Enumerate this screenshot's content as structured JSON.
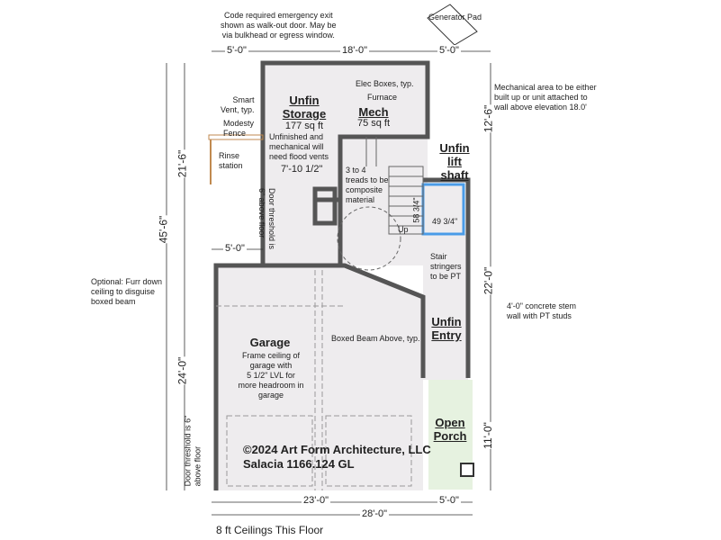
{
  "notes": {
    "generator_pad": "Generator Pad",
    "emergency_exit": [
      "Code required emergency exit",
      "shown as walk-out door. May be",
      "via bulkhead or egress window."
    ],
    "elec_boxes": "Elec Boxes, typ.",
    "furnace": "Furnace",
    "mechanical_area": [
      "Mechanical area to be either",
      "built up or unit attached to",
      "wall above elevation 18.0'"
    ],
    "smart_vent": [
      "Smart",
      "Vent, typ."
    ],
    "modesty_fence": [
      "Modesty",
      "Fence"
    ],
    "rinse_station": [
      "Rinse",
      "station"
    ],
    "flood_vents": [
      "Unfinished and",
      "mechanical will",
      "need flood vents"
    ],
    "treads": [
      "3 to 4",
      "treads to be",
      "composite",
      "material"
    ],
    "door_threshold_upper": [
      "Door threshold is",
      "6\" above floor"
    ],
    "up": "Up",
    "stair_stringers": [
      "Stair",
      "stringers",
      "to be PT"
    ],
    "stem_wall": [
      "4'-0\" concrete stem",
      "wall with PT studs"
    ],
    "furr_down": [
      "Optional: Furr down",
      "ceiling to disguise",
      "boxed beam"
    ],
    "boxed_beam": "Boxed Beam Above, typ.",
    "frame_ceiling": [
      "Frame ceiling of",
      "garage with",
      "5 1/2\" LVL for",
      "more headroom in",
      "garage"
    ],
    "door_threshold_lower": [
      "Door threshold is 6\"",
      "above floor"
    ],
    "ceilings": "8 ft Ceilings This Floor"
  },
  "rooms": {
    "storage": {
      "name": [
        "Unfin",
        "Storage"
      ],
      "area": "177 sq ft"
    },
    "mech": {
      "name": "Mech",
      "area": "75 sq ft"
    },
    "lift": {
      "name": [
        "Unfin",
        "lift",
        "shaft"
      ]
    },
    "entry": {
      "name": [
        "Unfin",
        "Entry"
      ]
    },
    "garage": {
      "name": "Garage"
    },
    "porch": {
      "name": [
        "Open",
        "Porch"
      ]
    }
  },
  "dimensions": {
    "top_left": "5'-0\"",
    "top_mid": "18'-0\"",
    "top_right": "5'-0\"",
    "left_total": "45'-6\"",
    "left_upper": "21'-6\"",
    "left_lower": "24'-0\"",
    "right_upper": "12'-6\"",
    "right_mid": "22'-0\"",
    "right_lower": "11'-0\"",
    "interior": "7'-10 1/2\"",
    "left_mid": "5'-0\"",
    "lift_width": "49 3/4\"",
    "lift_depth": "58 3/4\"",
    "bottom_garage": "23'-0\"",
    "bottom_porch": "5'-0\"",
    "bottom_total": "28'-0\""
  },
  "copyright": [
    "©2024 Art Form Architecture, LLC",
    "Salacia 1166.124 GL"
  ]
}
